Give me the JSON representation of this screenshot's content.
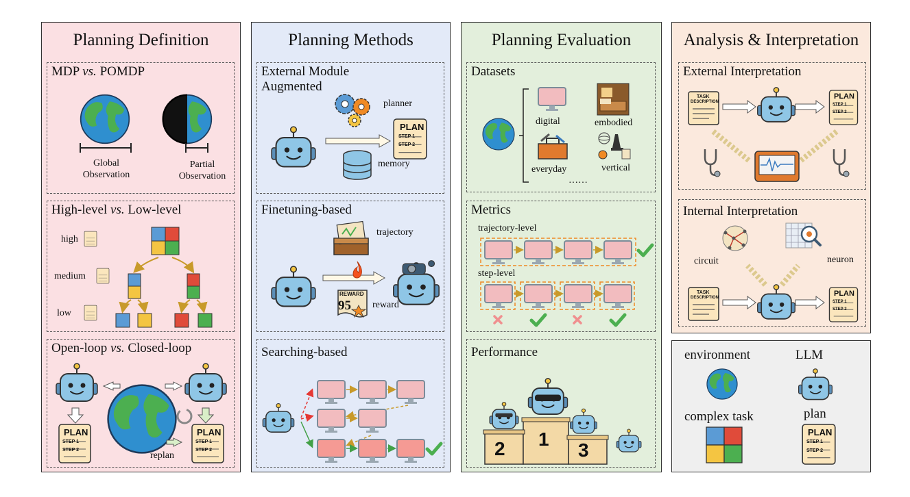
{
  "panels": {
    "definition": {
      "title": "Planning Definition",
      "mdp": {
        "title_a": "MDP ",
        "title_vs": "vs.",
        "title_b": " POMDP",
        "global_line1": "Global",
        "global_line2": "Observation",
        "partial_line1": "Partial",
        "partial_line2": "Observation"
      },
      "levels": {
        "title_a": "High-level ",
        "title_vs": "vs.",
        "title_b": " Low-level",
        "high": "high",
        "medium": "medium",
        "low": "low"
      },
      "loop": {
        "title_a": "Open-loop ",
        "title_vs": "vs.",
        "title_b": " Closed-loop",
        "replan": "replan"
      }
    },
    "methods": {
      "title": "Planning Methods",
      "external": {
        "title_line1": "External Module",
        "title_line2": "Augmented",
        "planner": "planner",
        "memory": "memory"
      },
      "finetune": {
        "title": "Finetuning-based",
        "trajectory": "trajectory",
        "reward": "reward",
        "reward_badge": "REWARD",
        "score": "95"
      },
      "search": {
        "title": "Searching-based"
      }
    },
    "evaluation": {
      "title": "Planning Evaluation",
      "datasets": {
        "title": "Datasets",
        "digital": "digital",
        "embodied": "embodied",
        "everyday": "everyday",
        "vertical": "vertical",
        "ellipsis": "……"
      },
      "metrics": {
        "title": "Metrics",
        "trajectory_level": "trajectory-level",
        "step_level": "step-level"
      },
      "performance": {
        "title": "Performance",
        "first": "1",
        "second": "2",
        "third": "3"
      }
    },
    "analysis": {
      "title": "Analysis & Interpretation",
      "external": {
        "title": "External Interpretation"
      },
      "internal": {
        "title": "Internal Interpretation",
        "circuit": "circuit",
        "neuron": "neuron"
      }
    },
    "legend": {
      "environment": "environment",
      "llm": "LLM",
      "complex_task": "complex task",
      "plan": "plan"
    }
  },
  "plan_card": {
    "title": "PLAN",
    "step1": "STEP 1",
    "step2": "STEP 2"
  },
  "task_card": {
    "line1": "TASK",
    "line2": "DESCRIPTION"
  },
  "colors": {
    "definition_bg": "#fbe0e3",
    "methods_bg": "#e3eaf8",
    "evaluation_bg": "#e3efdc",
    "analysis_bg": "#fbe9dd",
    "legend_bg": "#efefef",
    "robot": "#8fc6e6",
    "plan_card": "#fbe6bd",
    "screen": "#f2bcbf",
    "check": "#4caf50"
  }
}
